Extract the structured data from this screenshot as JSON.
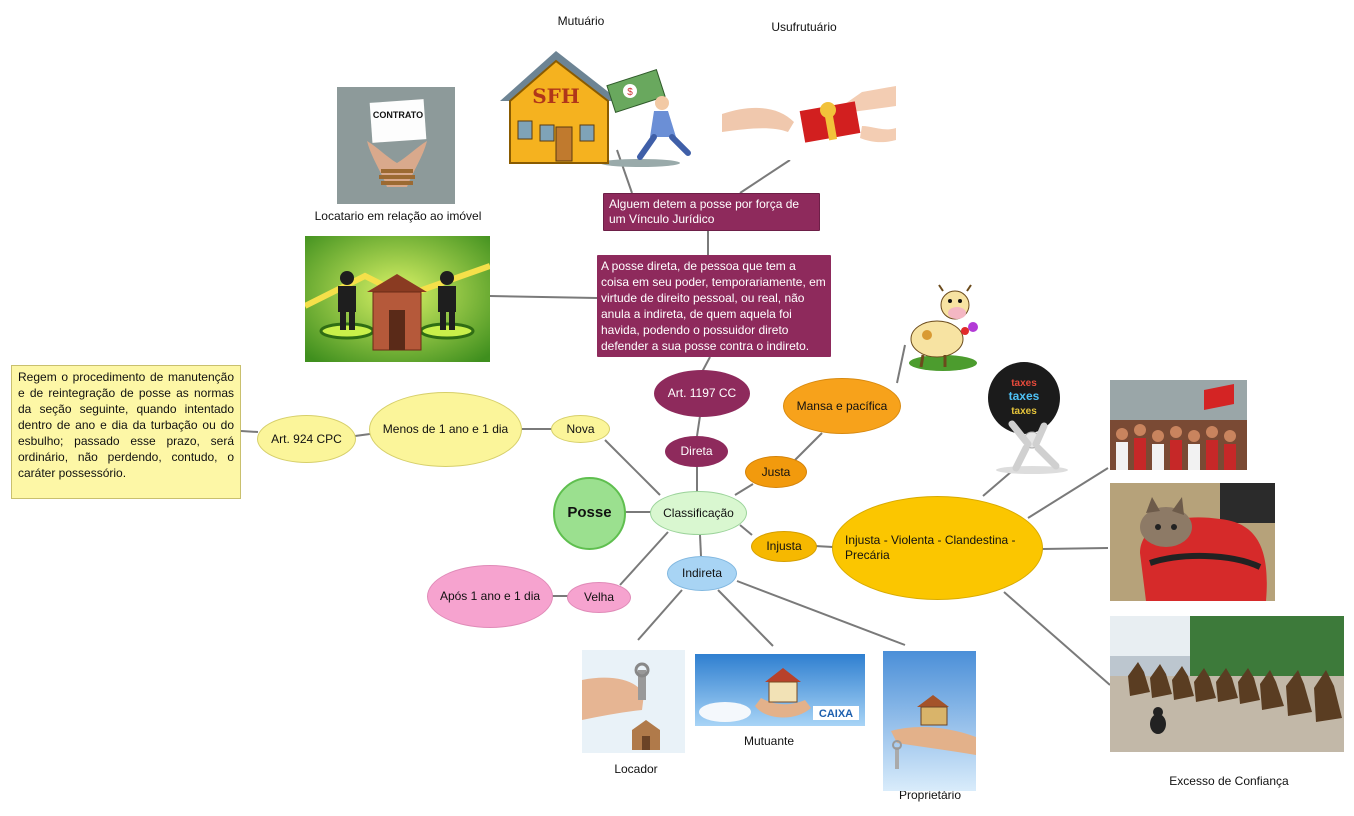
{
  "diagram": {
    "central": "Posse",
    "classificacao": "Classificação",
    "direta": "Direta",
    "indireta": "Indireta",
    "nova": "Nova",
    "velha": "Velha",
    "justa": "Justa",
    "injusta": "Injusta",
    "art1197": "Art. 1197 CC",
    "mansa": "Mansa e pacífica",
    "injusta_tipos": "Injusta - Violenta - Clandestina - Precária",
    "menos_ano": "Menos de 1 ano e 1 dia",
    "apos_ano": "Após 1 ano e 1 dia",
    "art924": "Art. 924 CPC",
    "art924_texto": "Regem o procedimento de manutenção e de reintegração de posse as normas da seção seguinte, quando intentado dentro de ano e dia da turbação ou do esbulho; passado esse prazo, será ordinário, não perdendo, contudo, o caráter possessório.",
    "posse_direta_texto": "A posse direta, de pessoa que tem a coisa em seu poder, temporariamente, em virtude de direito pessoal, ou real, não anula a indireta, de quem aquela foi havida, podendo o possuidor direto defender a sua posse contra o indireto.",
    "vinculo_texto": "Alguem detem a posse por força de um Vínculo Jurídico"
  },
  "captions": {
    "mutuario": "Mutuário",
    "usufrutuario": "Usufrutuário",
    "locatario": "Locatario em relação ao imóvel",
    "locador": "Locador",
    "mutuante": "Mutuante",
    "proprietario": "Proprietário",
    "excesso": "Excesso de Confiança"
  },
  "images": {
    "sfh_sign": "SFH",
    "contrato_sign": "CONTRATO",
    "caixa_sign": "CAIXA",
    "taxes_words": "taxes"
  },
  "colors": {
    "central": "#9be08f",
    "classificacao": "#d9f7d0",
    "direta": "#8e2a5c",
    "indireta": "#a8d4f4",
    "nova": "#fbf59a",
    "velha": "#f6a3cf",
    "justa": "#f29a0d",
    "injusta": "#f6b800",
    "mansa": "#f7a21b",
    "injusta_tipos": "#fbc600",
    "text_box": "#fdf7a6",
    "rect_purple": "#8e2a5c",
    "line": "#7a7a7a"
  }
}
